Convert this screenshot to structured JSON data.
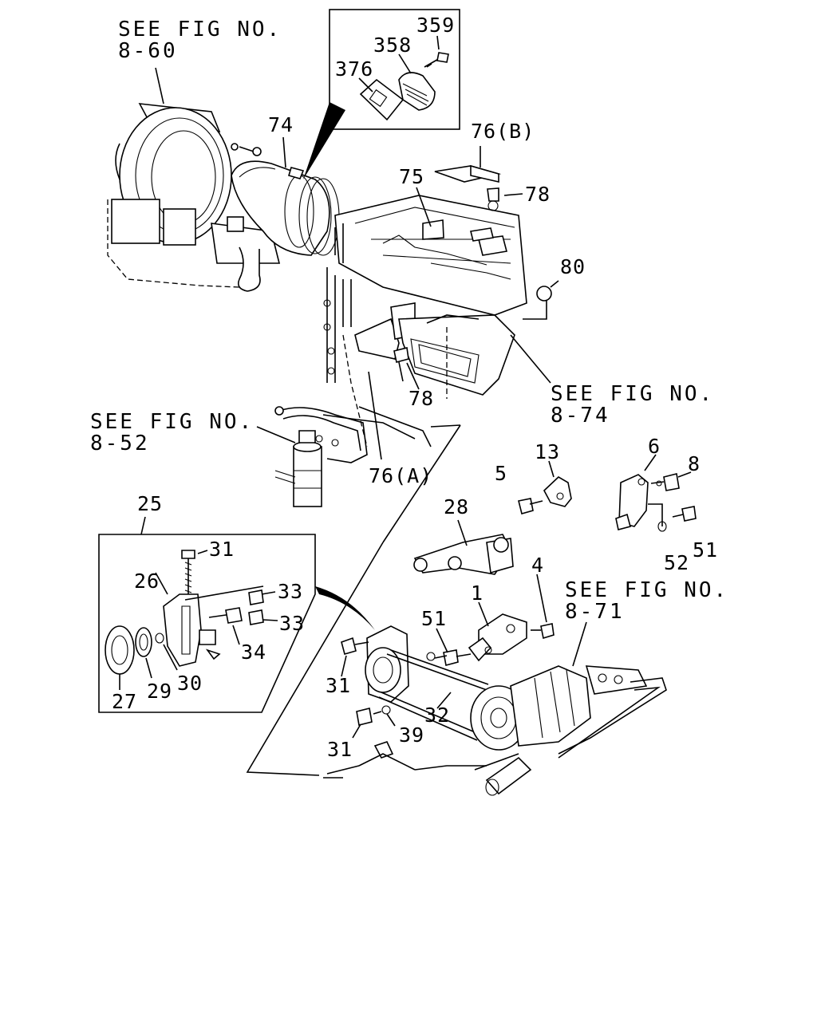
{
  "references": {
    "fig_8_60": {
      "line1": "SEE FIG NO.",
      "line2": "8-60"
    },
    "fig_8_74": {
      "line1": "SEE FIG NO.",
      "line2": "8-74"
    },
    "fig_8_52": {
      "line1": "SEE FIG NO.",
      "line2": "8-52"
    },
    "fig_8_71": {
      "line1": "SEE FIG NO.",
      "line2": "8-71"
    }
  },
  "callouts": {
    "p359": "359",
    "p358": "358",
    "p376": "376",
    "p74": "74",
    "p76b": "76(B)",
    "p75": "75",
    "p78a": "78",
    "p80": "80",
    "p78b": "78",
    "p76a": "76(A)",
    "p13": "13",
    "p5": "5",
    "p6": "6",
    "p8": "8",
    "p28": "28",
    "p52": "52",
    "p51a": "51",
    "p4": "4",
    "p1": "1",
    "p51b": "51",
    "p25": "25",
    "p31a": "31",
    "p26": "26",
    "p33a": "33",
    "p33b": "33",
    "p34": "34",
    "p30": "30",
    "p29": "29",
    "p27": "27",
    "p31b": "31",
    "p31c": "31",
    "p32": "32",
    "p39": "39"
  }
}
